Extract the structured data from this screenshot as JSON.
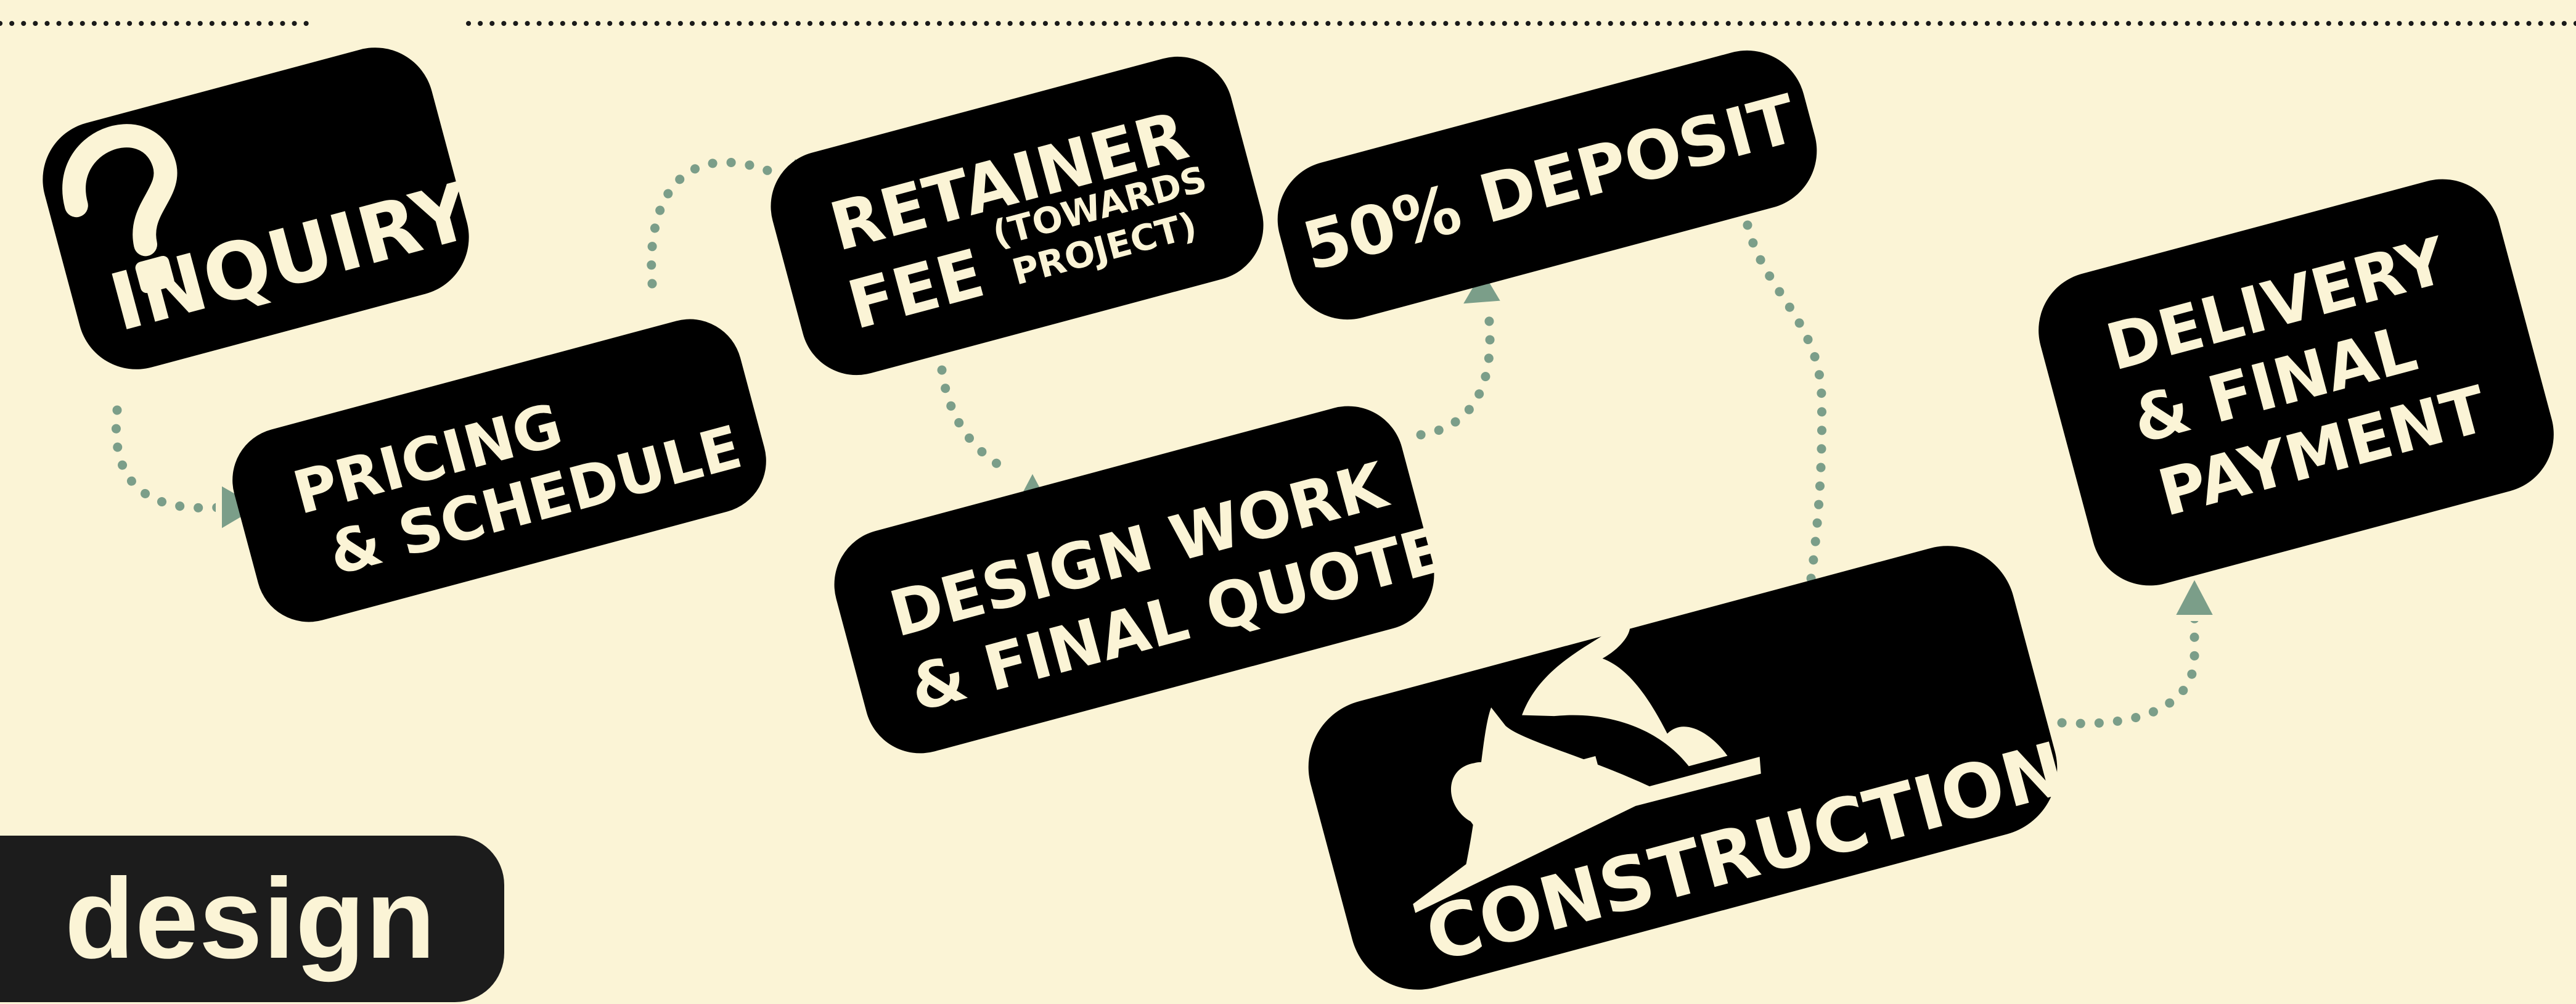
{
  "theme": {
    "background": "#fbf4d6",
    "card": "#000000",
    "text": "#fbf4d6",
    "accent": "#7b9e89",
    "tag_background": "#1c1c1c"
  },
  "steps": {
    "inquiry": {
      "label": "INQUIRY",
      "icon": "question-mark-icon"
    },
    "pricing": {
      "line1": "PRICING",
      "line2": "& SCHEDULE"
    },
    "retainer": {
      "line1": "RETAINER",
      "line2": "FEE",
      "note1": "(TOWARDS",
      "note2": "PROJECT)"
    },
    "design": {
      "line1": "DESIGN WORK",
      "line2": "& FINAL QUOTE"
    },
    "deposit": {
      "label": "50% DEPOSIT"
    },
    "construction": {
      "label": "CONSTRUCTION",
      "icon": "hand-plane-icon"
    },
    "delivery": {
      "line1": "DELIVERY",
      "line2": "& FINAL",
      "line3": "PAYMENT"
    }
  },
  "phase_tag": {
    "label": "design"
  }
}
